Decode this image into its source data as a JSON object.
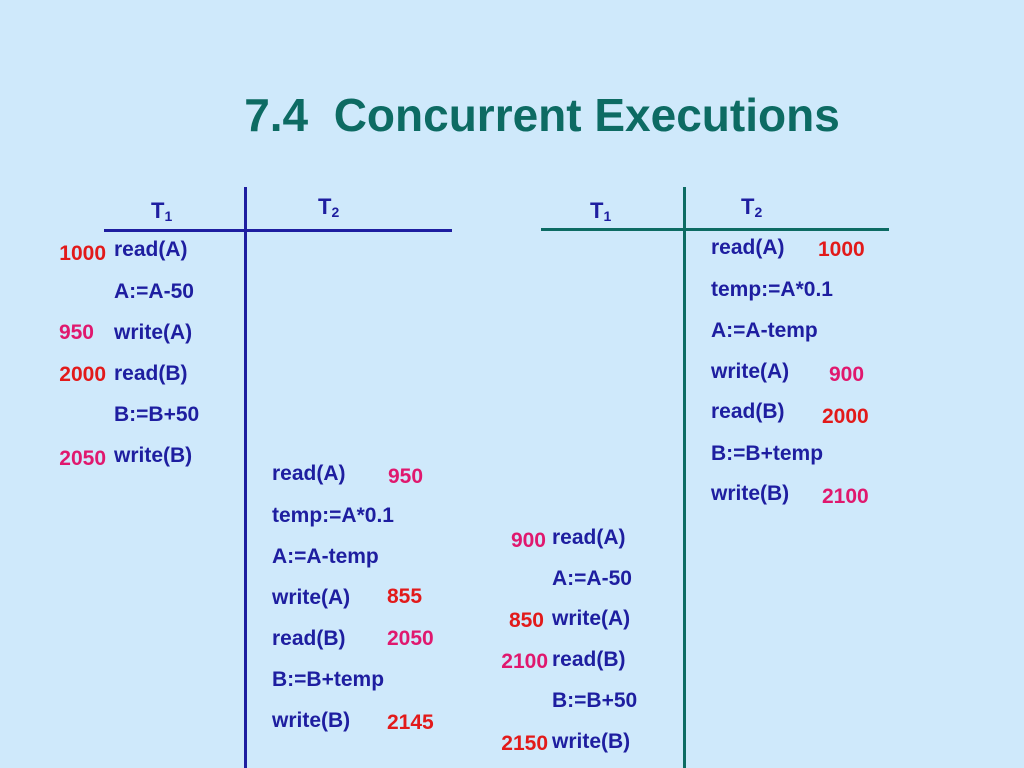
{
  "title": "7.4  Concurrent Executions",
  "colors": {
    "background": "#cfe9fb",
    "title": "#0d6b63",
    "text": "#1e1ea0",
    "red_value": "#e21a1a",
    "pink_value": "#e0186e"
  },
  "left_schedule": {
    "t1_label": "T",
    "t1_sub": "1",
    "t2_label": "T",
    "t2_sub": "2",
    "t1_ops": [
      "read(A)",
      "A:=A-50",
      "write(A)",
      "read(B)",
      "B:=B+50",
      "write(B)"
    ],
    "t1_vals": [
      "1000",
      "950",
      "2000",
      "2050"
    ],
    "t2_ops": [
      "read(A)",
      "temp:=A*0.1",
      "A:=A-temp",
      "write(A)",
      "read(B)",
      "B:=B+temp",
      "write(B)"
    ],
    "t2_vals": [
      "950",
      "855",
      "2050",
      "2145"
    ]
  },
  "right_schedule": {
    "t1_label": "T",
    "t1_sub": "1",
    "t2_label": "T",
    "t2_sub": "2",
    "t2_ops": [
      "read(A)",
      "temp:=A*0.1",
      "A:=A-temp",
      "write(A)",
      "read(B)",
      "B:=B+temp",
      "write(B)"
    ],
    "t2_vals": [
      "1000",
      "900",
      "2000",
      "2100"
    ],
    "t1_ops": [
      "read(A)",
      "A:=A-50",
      "write(A)",
      "read(B)",
      "B:=B+50",
      "write(B)"
    ],
    "t1_vals": [
      "900",
      "850",
      "2100",
      "2150"
    ]
  }
}
